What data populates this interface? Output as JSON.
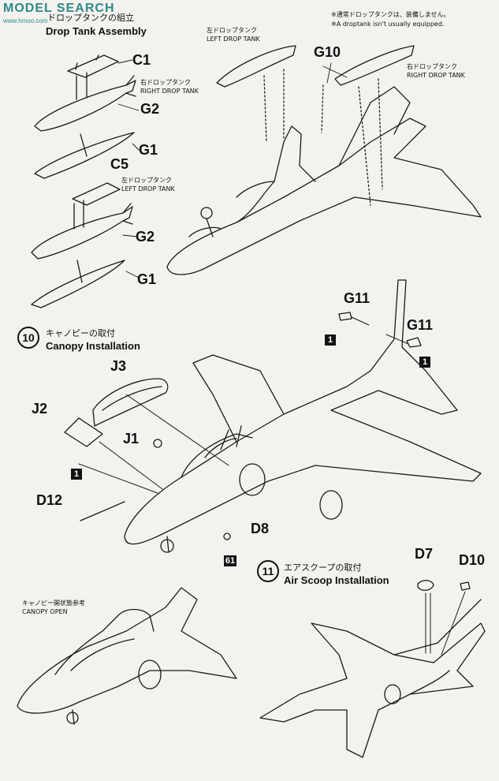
{
  "watermark": {
    "brand": "MODEL SEARCH",
    "url": "www.hmoo.com"
  },
  "sections": {
    "s9": {
      "jp": "ドロップタンクの組立",
      "en": "Drop Tank Assembly"
    },
    "s10": {
      "number": "10",
      "jp": "キャノピーの取付",
      "en": "Canopy Installation"
    },
    "s11": {
      "number": "11",
      "jp": "エアスクープの取付",
      "en": "Air Scoop Installation"
    }
  },
  "notes": {
    "droptank_jp": "※通常ドロップタンクは、装備しません。",
    "droptank_en": "※A droptank isn't usually equipped."
  },
  "labels": {
    "right_tank_jp": "右ドロップタンク",
    "right_tank_en": "RIGHT DROP TANK",
    "left_tank_jp": "左ドロップタンク",
    "left_tank_en": "LEFT DROP TANK",
    "canopy_open_jp": "キャノピー開状態参考",
    "canopy_open_en": "CANOPY OPEN"
  },
  "parts": {
    "c1": "C1",
    "g2a": "G2",
    "g1a": "G1",
    "c5": "C5",
    "g2b": "G2",
    "g1b": "G1",
    "g10": "G10",
    "g11a": "G11",
    "g11b": "G11",
    "j3": "J3",
    "j2": "J2",
    "j1": "J1",
    "d12": "D12",
    "d8": "D8",
    "d7": "D7",
    "d10": "D10"
  },
  "callouts": {
    "b1a": "1",
    "b1b": "1",
    "b1c": "1",
    "b61": "61"
  }
}
